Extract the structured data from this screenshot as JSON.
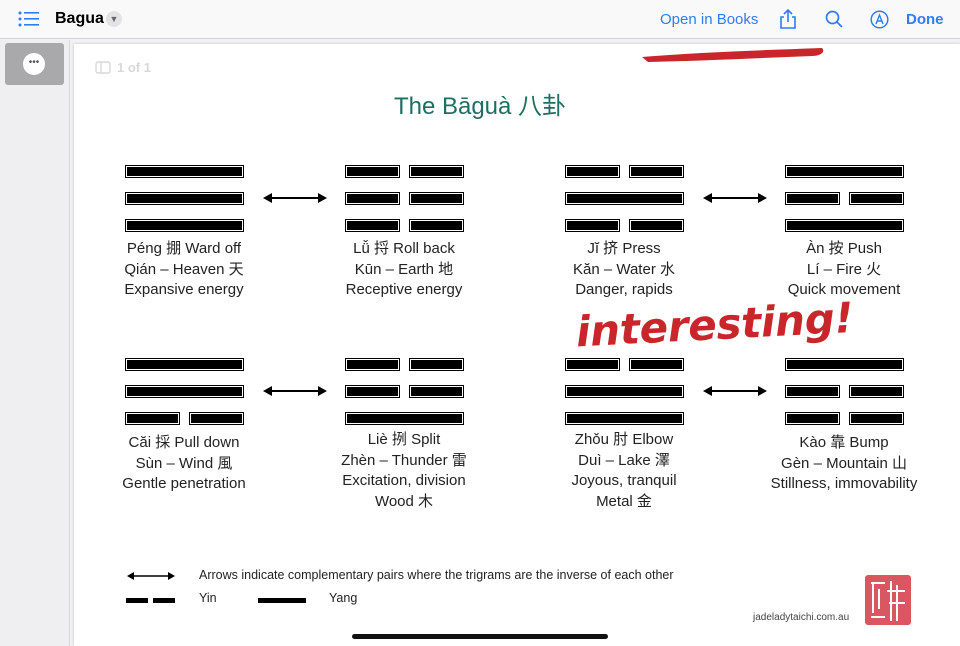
{
  "toolbar": {
    "doc_title": "Bagua",
    "open_in_books": "Open in Books",
    "done": "Done"
  },
  "sidebar": {
    "more": "•••"
  },
  "page_indicator": "1 of 1",
  "doc": {
    "title": "The Bāguà 八卦",
    "trigrams": [
      {
        "lines": [
          "yang",
          "yang",
          "yang"
        ],
        "label": [
          "Péng 掤 Ward off",
          "Qián – Heaven 天",
          "Expansive energy"
        ]
      },
      {
        "lines": [
          "yin",
          "yin",
          "yin"
        ],
        "label": [
          "Lǚ 捋 Roll back",
          "Kūn – Earth 地",
          "Receptive energy"
        ]
      },
      {
        "lines": [
          "yin",
          "yang",
          "yin"
        ],
        "label": [
          "Jĭ 挤  Press",
          "Kăn – Water 水",
          "Danger, rapids"
        ]
      },
      {
        "lines": [
          "yang",
          "yin",
          "yang"
        ],
        "label": [
          "Àn 按 Push",
          "Lí – Fire 火",
          "Quick movement"
        ]
      },
      {
        "lines": [
          "yang",
          "yang",
          "yin"
        ],
        "label": [
          "Căi 採 Pull down",
          "Sùn – Wind 風",
          "Gentle penetration"
        ]
      },
      {
        "lines": [
          "yin",
          "yin",
          "yang"
        ],
        "label": [
          "Liè  挒 Split",
          "Zhèn – Thunder 雷",
          "Excitation, division",
          "Wood 木"
        ]
      },
      {
        "lines": [
          "yin",
          "yang",
          "yang"
        ],
        "label": [
          "Zhǒu 肘 Elbow",
          "Duì – Lake 澤",
          "Joyous, tranquil",
          "Metal 金"
        ]
      },
      {
        "lines": [
          "yang",
          "yin",
          "yin"
        ],
        "label": [
          "Kào 靠 Bump",
          "Gèn – Mountain 山",
          "Stillness, immovability"
        ]
      }
    ],
    "legend": {
      "arrows": "Arrows indicate complementary pairs where the trigrams are the inverse of each other",
      "yin": "Yin",
      "yang": "Yang"
    },
    "website": "jadeladytaichi.com.au",
    "annotation": "interesting!"
  },
  "colors": {
    "accent": "#2f7cf6",
    "title": "#1d6f63",
    "ink": "#c8262b"
  }
}
